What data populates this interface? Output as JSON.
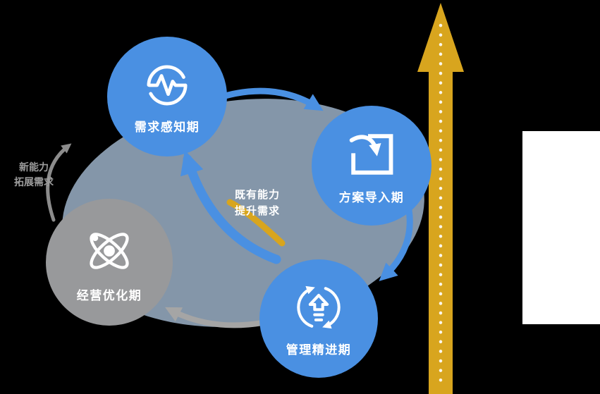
{
  "palette": {
    "node_blue": "#4a90e2",
    "node_gray": "#98999b",
    "blob": "#8496a9",
    "gold": "#d8a51e",
    "arrow_gray": "#a5a5a5",
    "note_gray": "#9c9c9c",
    "white": "#ffffff",
    "background": "#000000"
  },
  "nodes": [
    {
      "label": "需求感知期",
      "icon": "pulse-gauge-icon"
    },
    {
      "label": "方案导入期",
      "icon": "import-box-icon"
    },
    {
      "label": "管理精进期",
      "icon": "cycle-upgrade-icon"
    },
    {
      "label": "经营优化期",
      "icon": "atom-icon"
    }
  ],
  "annotations": {
    "left": [
      "新能力",
      "拓展需求"
    ],
    "center": [
      "既有能力",
      "提升需求"
    ]
  }
}
